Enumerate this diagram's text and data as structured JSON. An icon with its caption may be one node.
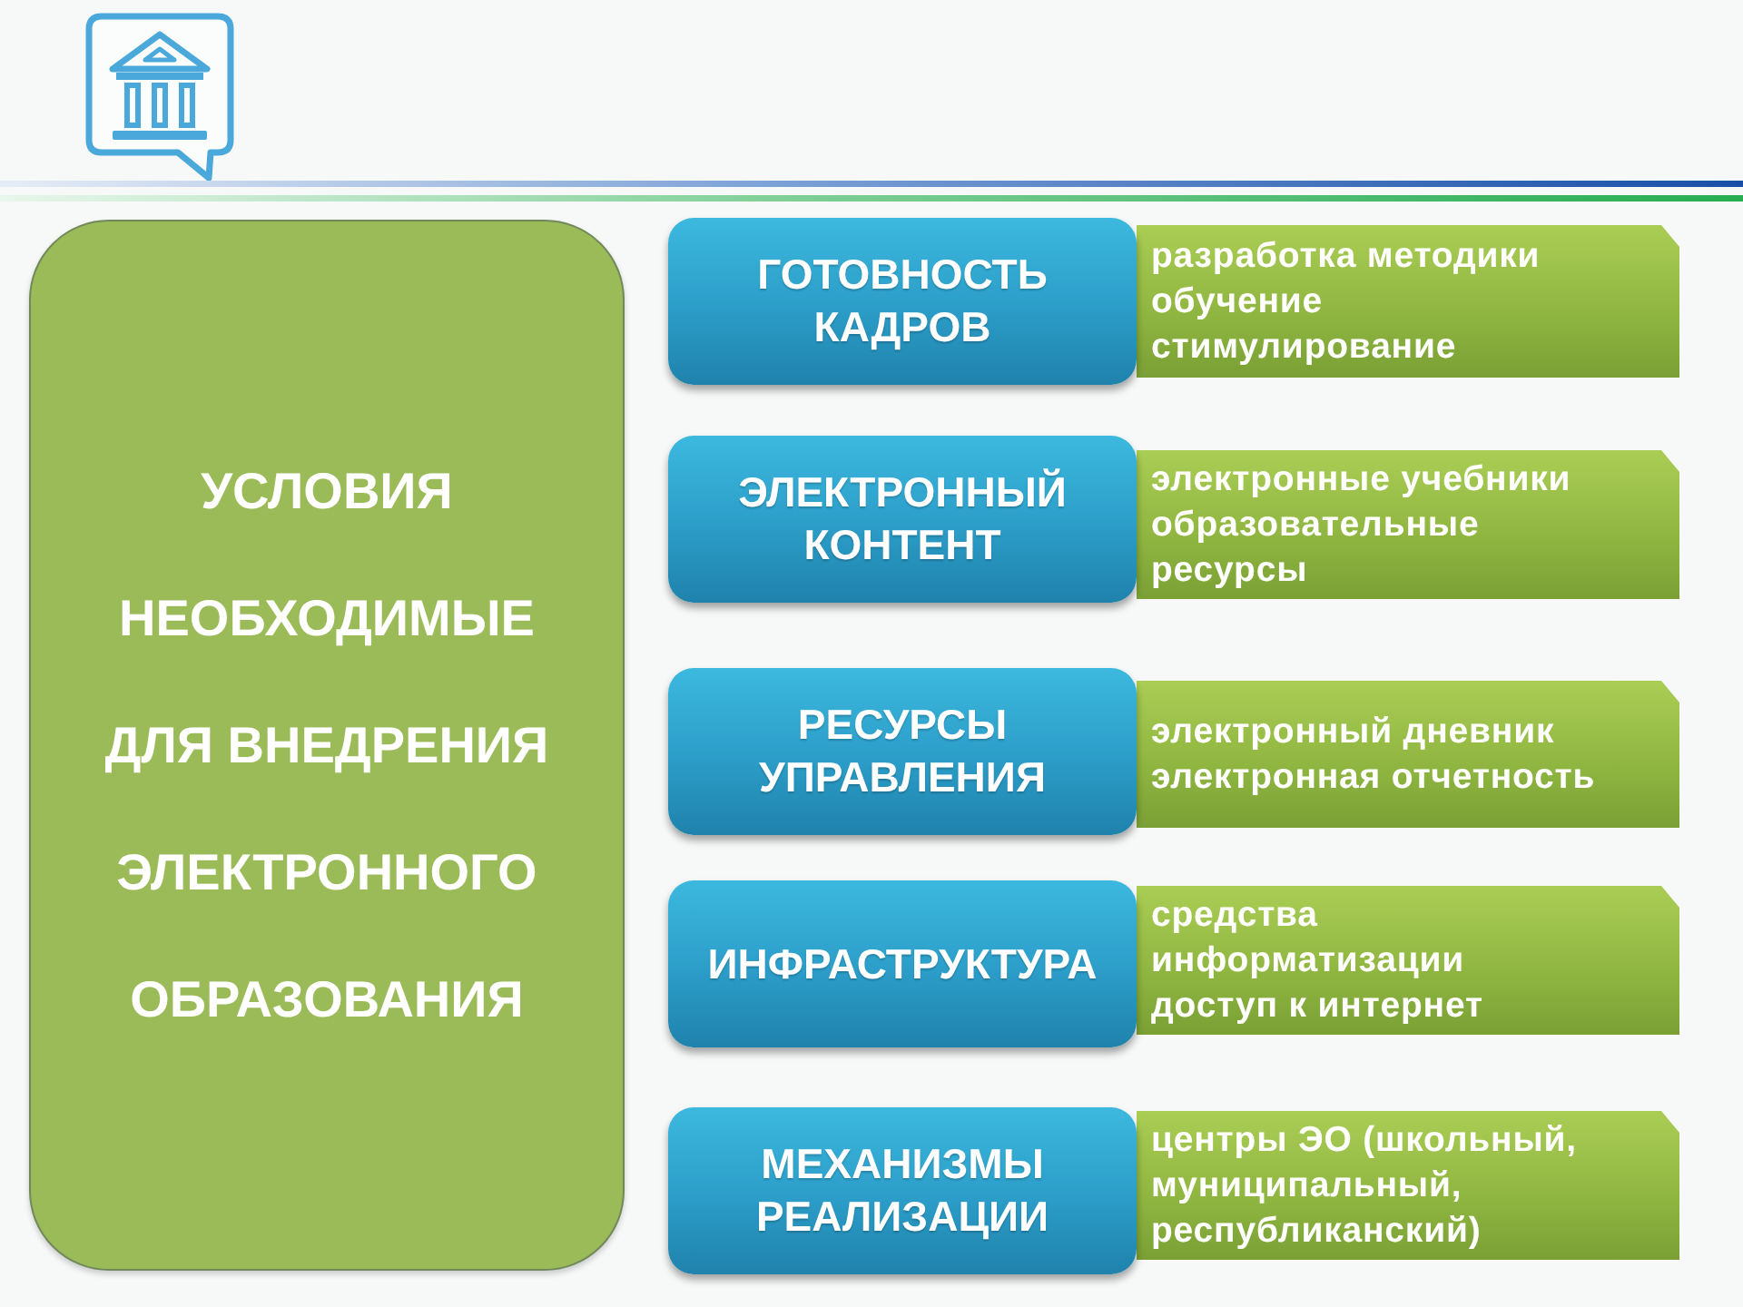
{
  "diagram": {
    "nodes": [
      {
        "text": [
          "УСЛОВИЯ НЕОБХОДИМЫЕ ДЛЯ ВНЕДРЕНИЯ ЭЛЕКТРОННОГО ОБРАЗОВАНИЯ"
        ]
      },
      {
        "text": [
          "ГОТОВНОСТЬ КАДРОВ"
        ]
      },
      {
        "text": [
          "разработка методики",
          "обучение",
          "стимулирование"
        ]
      },
      {
        "text": [
          "ЭЛЕКТРОННЫЙ КОНТЕНТ"
        ]
      },
      {
        "text": [
          "электронные учебники",
          "образовательные ресурсы"
        ]
      },
      {
        "text": [
          "РЕСУРСЫ УПРАВЛЕНИЯ"
        ]
      },
      {
        "text": [
          "электронный дневник",
          "электронная отчетность"
        ]
      },
      {
        "text": [
          "ИНФРАСТРУКТУРА"
        ]
      },
      {
        "text": [
          "средства информатизации",
          "доступ к интернет"
        ]
      },
      {
        "text": [
          "МЕХАНИЗМЫ РЕАЛИЗАЦИИ"
        ]
      },
      {
        "text": [
          "центры ЭО (школьный, муниципальный, республиканский)"
        ]
      }
    ]
  }
}
